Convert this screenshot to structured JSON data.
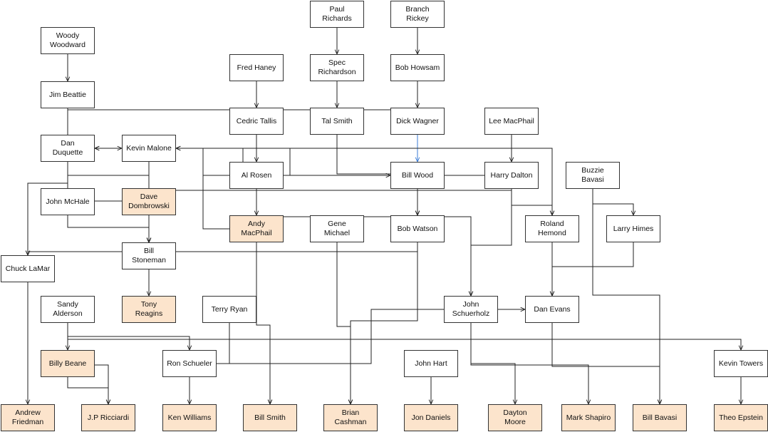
{
  "nodes": [
    {
      "id": "paul-richards",
      "label": "Paul\nRichards",
      "highlight": false
    },
    {
      "id": "branch-rickey",
      "label": "Branch\nRickey",
      "highlight": false
    },
    {
      "id": "woody-woodward",
      "label": "Woody\nWoodward",
      "highlight": false
    },
    {
      "id": "fred-haney",
      "label": "Fred Haney",
      "highlight": false
    },
    {
      "id": "spec-richardson",
      "label": "Spec\nRichardson",
      "highlight": false
    },
    {
      "id": "bob-howsam",
      "label": "Bob Howsam",
      "highlight": false
    },
    {
      "id": "jim-beattie",
      "label": "Jim Beattie",
      "highlight": false
    },
    {
      "id": "cedric-tallis",
      "label": "Cedric Tallis",
      "highlight": false
    },
    {
      "id": "tal-smith",
      "label": "Tal Smith",
      "highlight": false
    },
    {
      "id": "dick-wagner",
      "label": "Dick Wagner",
      "highlight": false
    },
    {
      "id": "lee-macphail",
      "label": "Lee MacPhail",
      "highlight": false
    },
    {
      "id": "dan-duquette",
      "label": "Dan\nDuquette",
      "highlight": false
    },
    {
      "id": "kevin-malone",
      "label": "Kevin Malone",
      "highlight": false
    },
    {
      "id": "al-rosen",
      "label": "Al Rosen",
      "highlight": false
    },
    {
      "id": "bill-wood",
      "label": "Bill Wood",
      "highlight": false
    },
    {
      "id": "harry-dalton",
      "label": "Harry Dalton",
      "highlight": false
    },
    {
      "id": "buzzie-bavasi",
      "label": "Buzzie\nBavasi",
      "highlight": false
    },
    {
      "id": "john-mchale",
      "label": "John McHale",
      "highlight": false
    },
    {
      "id": "dave-dombrowski",
      "label": "Dave\nDombrowski",
      "highlight": true
    },
    {
      "id": "andy-macphail",
      "label": "Andy\nMacPhail",
      "highlight": true
    },
    {
      "id": "gene-michael",
      "label": "Gene\nMichael",
      "highlight": false
    },
    {
      "id": "bob-watson",
      "label": "Bob Watson",
      "highlight": false
    },
    {
      "id": "roland-hemond",
      "label": "Roland\nHemond",
      "highlight": false
    },
    {
      "id": "larry-himes",
      "label": "Larry Himes",
      "highlight": false
    },
    {
      "id": "chuck-lamar",
      "label": "Chuck LaMar",
      "highlight": false
    },
    {
      "id": "bill-stoneman",
      "label": "Bill\nStoneman",
      "highlight": false
    },
    {
      "id": "sandy-alderson",
      "label": "Sandy\nAlderson",
      "highlight": false
    },
    {
      "id": "tony-reagins",
      "label": "Tony\nReagins",
      "highlight": true
    },
    {
      "id": "terry-ryan",
      "label": "Terry Ryan",
      "highlight": false
    },
    {
      "id": "john-schuerholz",
      "label": "John\nSchuerholz",
      "highlight": false
    },
    {
      "id": "dan-evans",
      "label": "Dan Evans",
      "highlight": false
    },
    {
      "id": "billy-beane",
      "label": "Billy Beane",
      "highlight": true
    },
    {
      "id": "ron-schueler",
      "label": "Ron Schueler",
      "highlight": false
    },
    {
      "id": "john-hart",
      "label": "John Hart",
      "highlight": false
    },
    {
      "id": "kevin-towers",
      "label": "Kevin Towers",
      "highlight": false
    },
    {
      "id": "andrew-friedman",
      "label": "Andrew\nFriedman",
      "highlight": true
    },
    {
      "id": "jp-ricciardi",
      "label": "J.P Ricciardi",
      "highlight": true
    },
    {
      "id": "ken-williams",
      "label": "Ken Williams",
      "highlight": true
    },
    {
      "id": "bill-smith",
      "label": "Bill Smith",
      "highlight": true
    },
    {
      "id": "brian-cashman",
      "label": "Brian\nCashman",
      "highlight": true
    },
    {
      "id": "jon-daniels",
      "label": "Jon Daniels",
      "highlight": true
    },
    {
      "id": "dayton-moore",
      "label": "Dayton\nMoore",
      "highlight": true
    },
    {
      "id": "mark-shapiro",
      "label": "Mark Shapiro",
      "highlight": true
    },
    {
      "id": "bill-bavasi",
      "label": "Bill Bavasi",
      "highlight": true
    },
    {
      "id": "theo-epstein",
      "label": "Theo Epstein",
      "highlight": true
    }
  ],
  "edges": [
    {
      "from": "paul-richards",
      "to": "spec-richardson"
    },
    {
      "from": "branch-rickey",
      "to": "bob-howsam"
    },
    {
      "from": "woody-woodward",
      "to": "jim-beattie"
    },
    {
      "from": "spec-richardson",
      "to": "tal-smith"
    },
    {
      "from": "bob-howsam",
      "to": "dick-wagner"
    },
    {
      "from": "fred-haney",
      "to": "cedric-tallis"
    },
    {
      "from": "cedric-tallis",
      "to": "al-rosen"
    },
    {
      "from": "lee-macphail",
      "to": "harry-dalton"
    },
    {
      "from": "dick-wagner",
      "to": "bill-wood",
      "color": "#3a7bd5"
    },
    {
      "from": "al-rosen",
      "to": "bill-wood"
    },
    {
      "from": "dan-duquette",
      "to": "kevin-malone"
    },
    {
      "from": "al-rosen",
      "to": "andy-macphail"
    },
    {
      "from": "bill-wood",
      "to": "bob-watson"
    },
    {
      "from": "buzzie-bavasi",
      "to": "larry-himes"
    },
    {
      "from": "harry-dalton",
      "to": "roland-hemond"
    },
    {
      "from": "dave-dombrowski",
      "to": "bill-stoneman"
    },
    {
      "from": "john-mchale",
      "to": "bill-stoneman"
    },
    {
      "from": "bill-stoneman",
      "to": "tony-reagins"
    },
    {
      "from": "jim-beattie",
      "to": "chuck-lamar"
    },
    {
      "from": "roland-hemond",
      "to": "dan-evans"
    },
    {
      "from": "larry-himes",
      "to": "dan-evans"
    },
    {
      "from": "sandy-alderson",
      "to": "billy-beane"
    },
    {
      "from": "sandy-alderson",
      "to": "ron-schueler"
    },
    {
      "from": "sandy-alderson",
      "to": "jp-ricciardi"
    },
    {
      "from": "sandy-alderson",
      "to": "kevin-towers"
    },
    {
      "from": "chuck-lamar",
      "to": "andrew-friedman"
    },
    {
      "from": "ron-schueler",
      "to": "ken-williams"
    },
    {
      "from": "terry-ryan",
      "to": "bill-smith"
    },
    {
      "from": "andy-macphail",
      "to": "bill-smith"
    },
    {
      "from": "gene-michael",
      "to": "brian-cashman"
    },
    {
      "from": "bob-watson",
      "to": "brian-cashman"
    },
    {
      "from": "john-hart",
      "to": "jon-daniels"
    },
    {
      "from": "john-schuerholz",
      "to": "dayton-moore"
    },
    {
      "from": "john-schuerholz",
      "to": "mark-shapiro"
    },
    {
      "from": "dan-evans",
      "to": "bill-bavasi"
    },
    {
      "from": "kevin-towers",
      "to": "theo-epstein"
    },
    {
      "from": "buzzie-bavasi",
      "to": "bill-bavasi"
    },
    {
      "from": "kevin-malone",
      "to": "bill-stoneman"
    },
    {
      "from": "cedric-tallis",
      "to": "john-schuerholz"
    },
    {
      "from": "bob-watson",
      "to": "chuck-lamar"
    },
    {
      "from": "billy-beane",
      "to": "jp-ricciardi"
    },
    {
      "from": "ron-schueler",
      "to": "dan-evans"
    },
    {
      "from": "fred-haney",
      "to": "roland-hemond"
    },
    {
      "from": "harry-dalton",
      "to": "dave-dombrowski"
    },
    {
      "from": "harry-dalton",
      "to": "john-schuerholz"
    },
    {
      "from": "harry-dalton",
      "to": "dan-duquette"
    },
    {
      "from": "dan-duquette",
      "to": "bill-stoneman"
    },
    {
      "from": "jim-beattie",
      "to": "bill-stoneman"
    },
    {
      "from": "jim-beattie",
      "to": "dick-wagner"
    },
    {
      "from": "al-rosen",
      "to": "kevin-malone"
    },
    {
      "from": "bill-wood",
      "to": "dan-duquette"
    },
    {
      "from": "tal-smith",
      "to": "bob-watson"
    },
    {
      "from": "andy-macphail",
      "to": "kevin-malone"
    }
  ]
}
